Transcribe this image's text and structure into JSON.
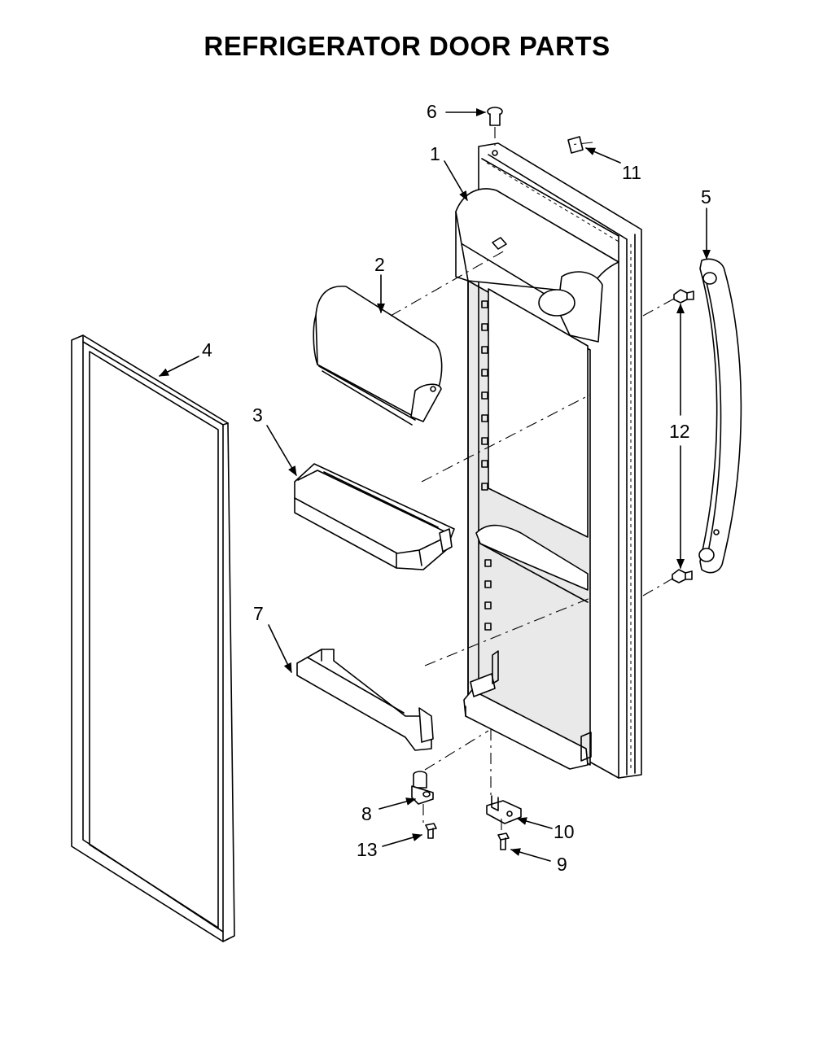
{
  "title": "REFRIGERATOR DOOR PARTS",
  "callouts": [
    {
      "id": "1",
      "label": "1"
    },
    {
      "id": "2",
      "label": "2"
    },
    {
      "id": "3",
      "label": "3"
    },
    {
      "id": "4",
      "label": "4"
    },
    {
      "id": "5",
      "label": "5"
    },
    {
      "id": "6",
      "label": "6"
    },
    {
      "id": "7",
      "label": "7"
    },
    {
      "id": "8",
      "label": "8"
    },
    {
      "id": "9",
      "label": "9"
    },
    {
      "id": "10",
      "label": "10"
    },
    {
      "id": "11",
      "label": "11"
    },
    {
      "id": "12",
      "label": "12"
    },
    {
      "id": "13",
      "label": "13"
    }
  ]
}
